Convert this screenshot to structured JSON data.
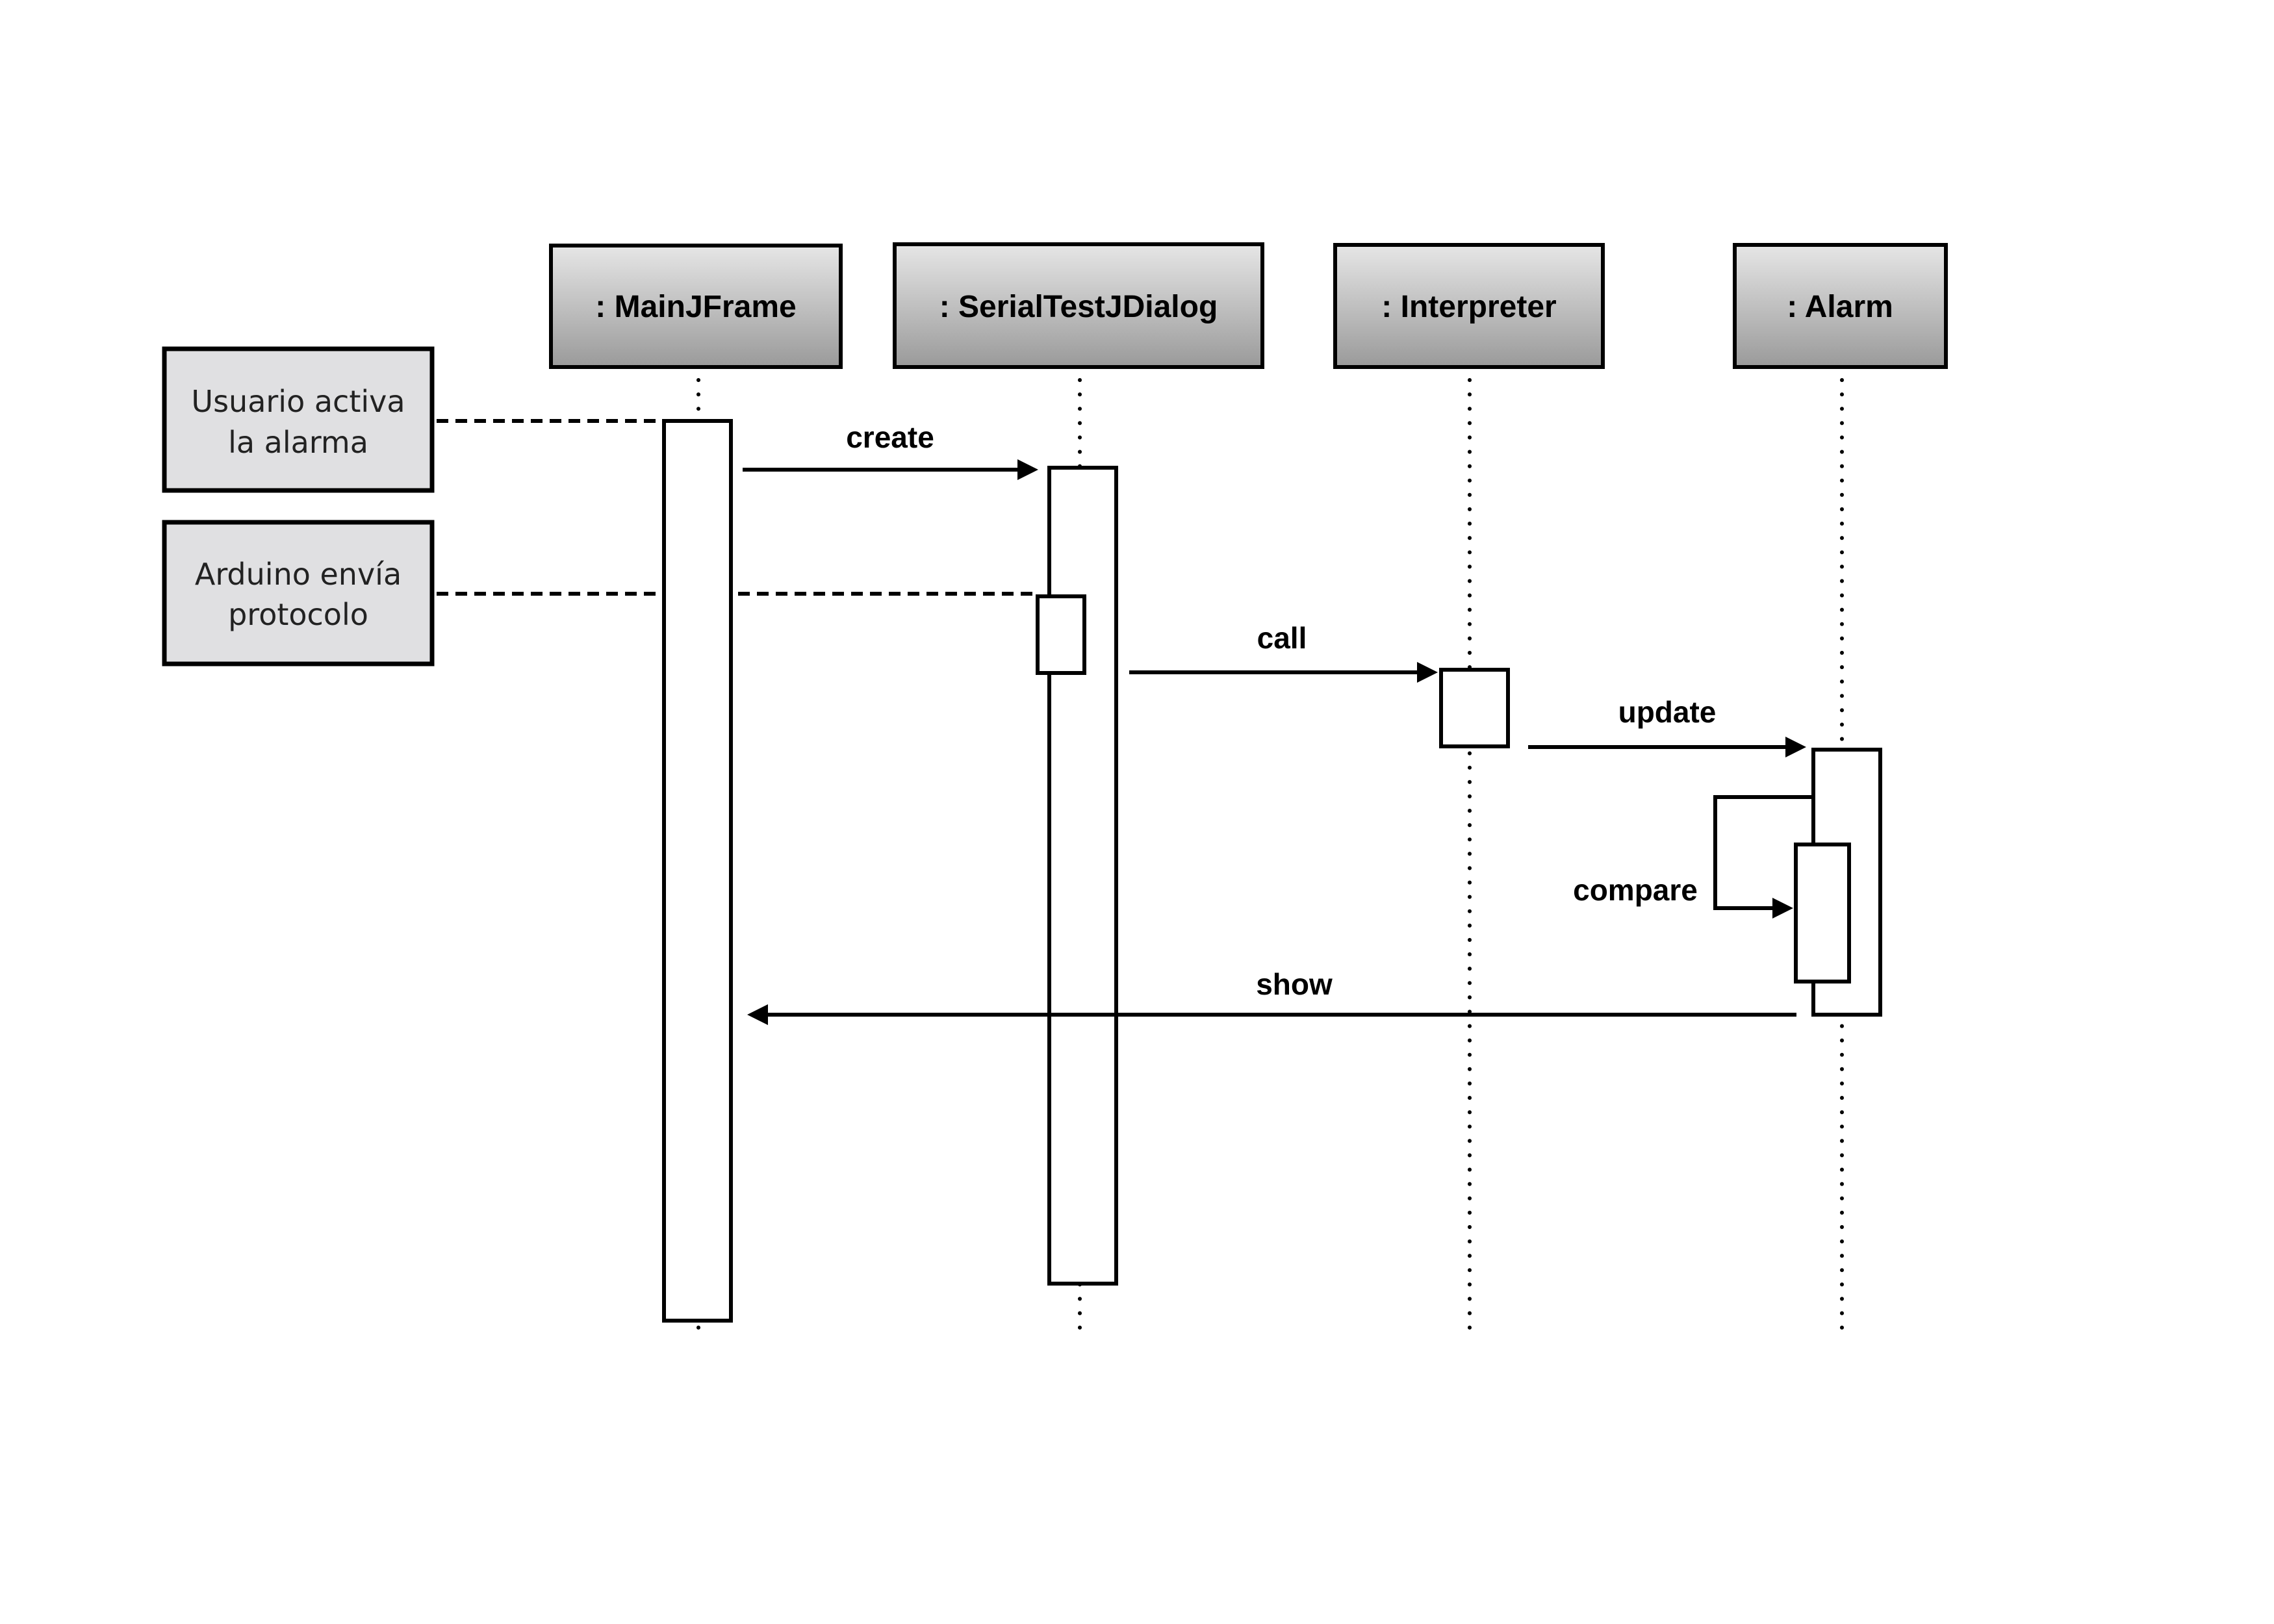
{
  "lifelines": [
    {
      "id": "mainjframe",
      "label": ": MainJFrame"
    },
    {
      "id": "serialtest",
      "label": ": SerialTestJDialog"
    },
    {
      "id": "interpreter",
      "label": ": Interpreter"
    },
    {
      "id": "alarm",
      "label": ": Alarm"
    }
  ],
  "notes": [
    {
      "id": "note-user",
      "lines": [
        "Usuario activa",
        "la alarma"
      ]
    },
    {
      "id": "note-arduino",
      "lines": [
        "Arduino envía",
        "protocolo"
      ]
    }
  ],
  "messages": {
    "create": "create",
    "call": "call",
    "update": "update",
    "compare": "compare",
    "show": "show"
  },
  "colors": {
    "header_gradient_top": "#e6e6e6",
    "header_gradient_bottom": "#9a9a9a",
    "note_fill": "#e0e0e2",
    "line": "#000000"
  }
}
